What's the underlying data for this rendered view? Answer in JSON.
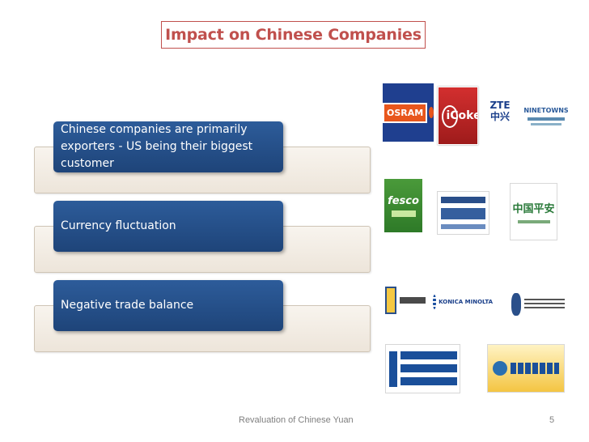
{
  "slide": {
    "title": "Impact on Chinese Companies",
    "cards": [
      {
        "text": "Chinese companies are primarily exporters - US being their biggest customer"
      },
      {
        "text": "Currency fluctuation"
      },
      {
        "text": "Negative trade balance"
      }
    ],
    "footer_text": "Revaluation of Chinese Yuan",
    "page_number": "5"
  },
  "logos": {
    "osram": "OSRAM",
    "icoke": "iCoke",
    "zte": "ZTE中兴",
    "ninetowns": "NINETOWNS",
    "fesco": "fesco",
    "konica": "KONICA MINOLTA",
    "pingan": "中国平安"
  }
}
